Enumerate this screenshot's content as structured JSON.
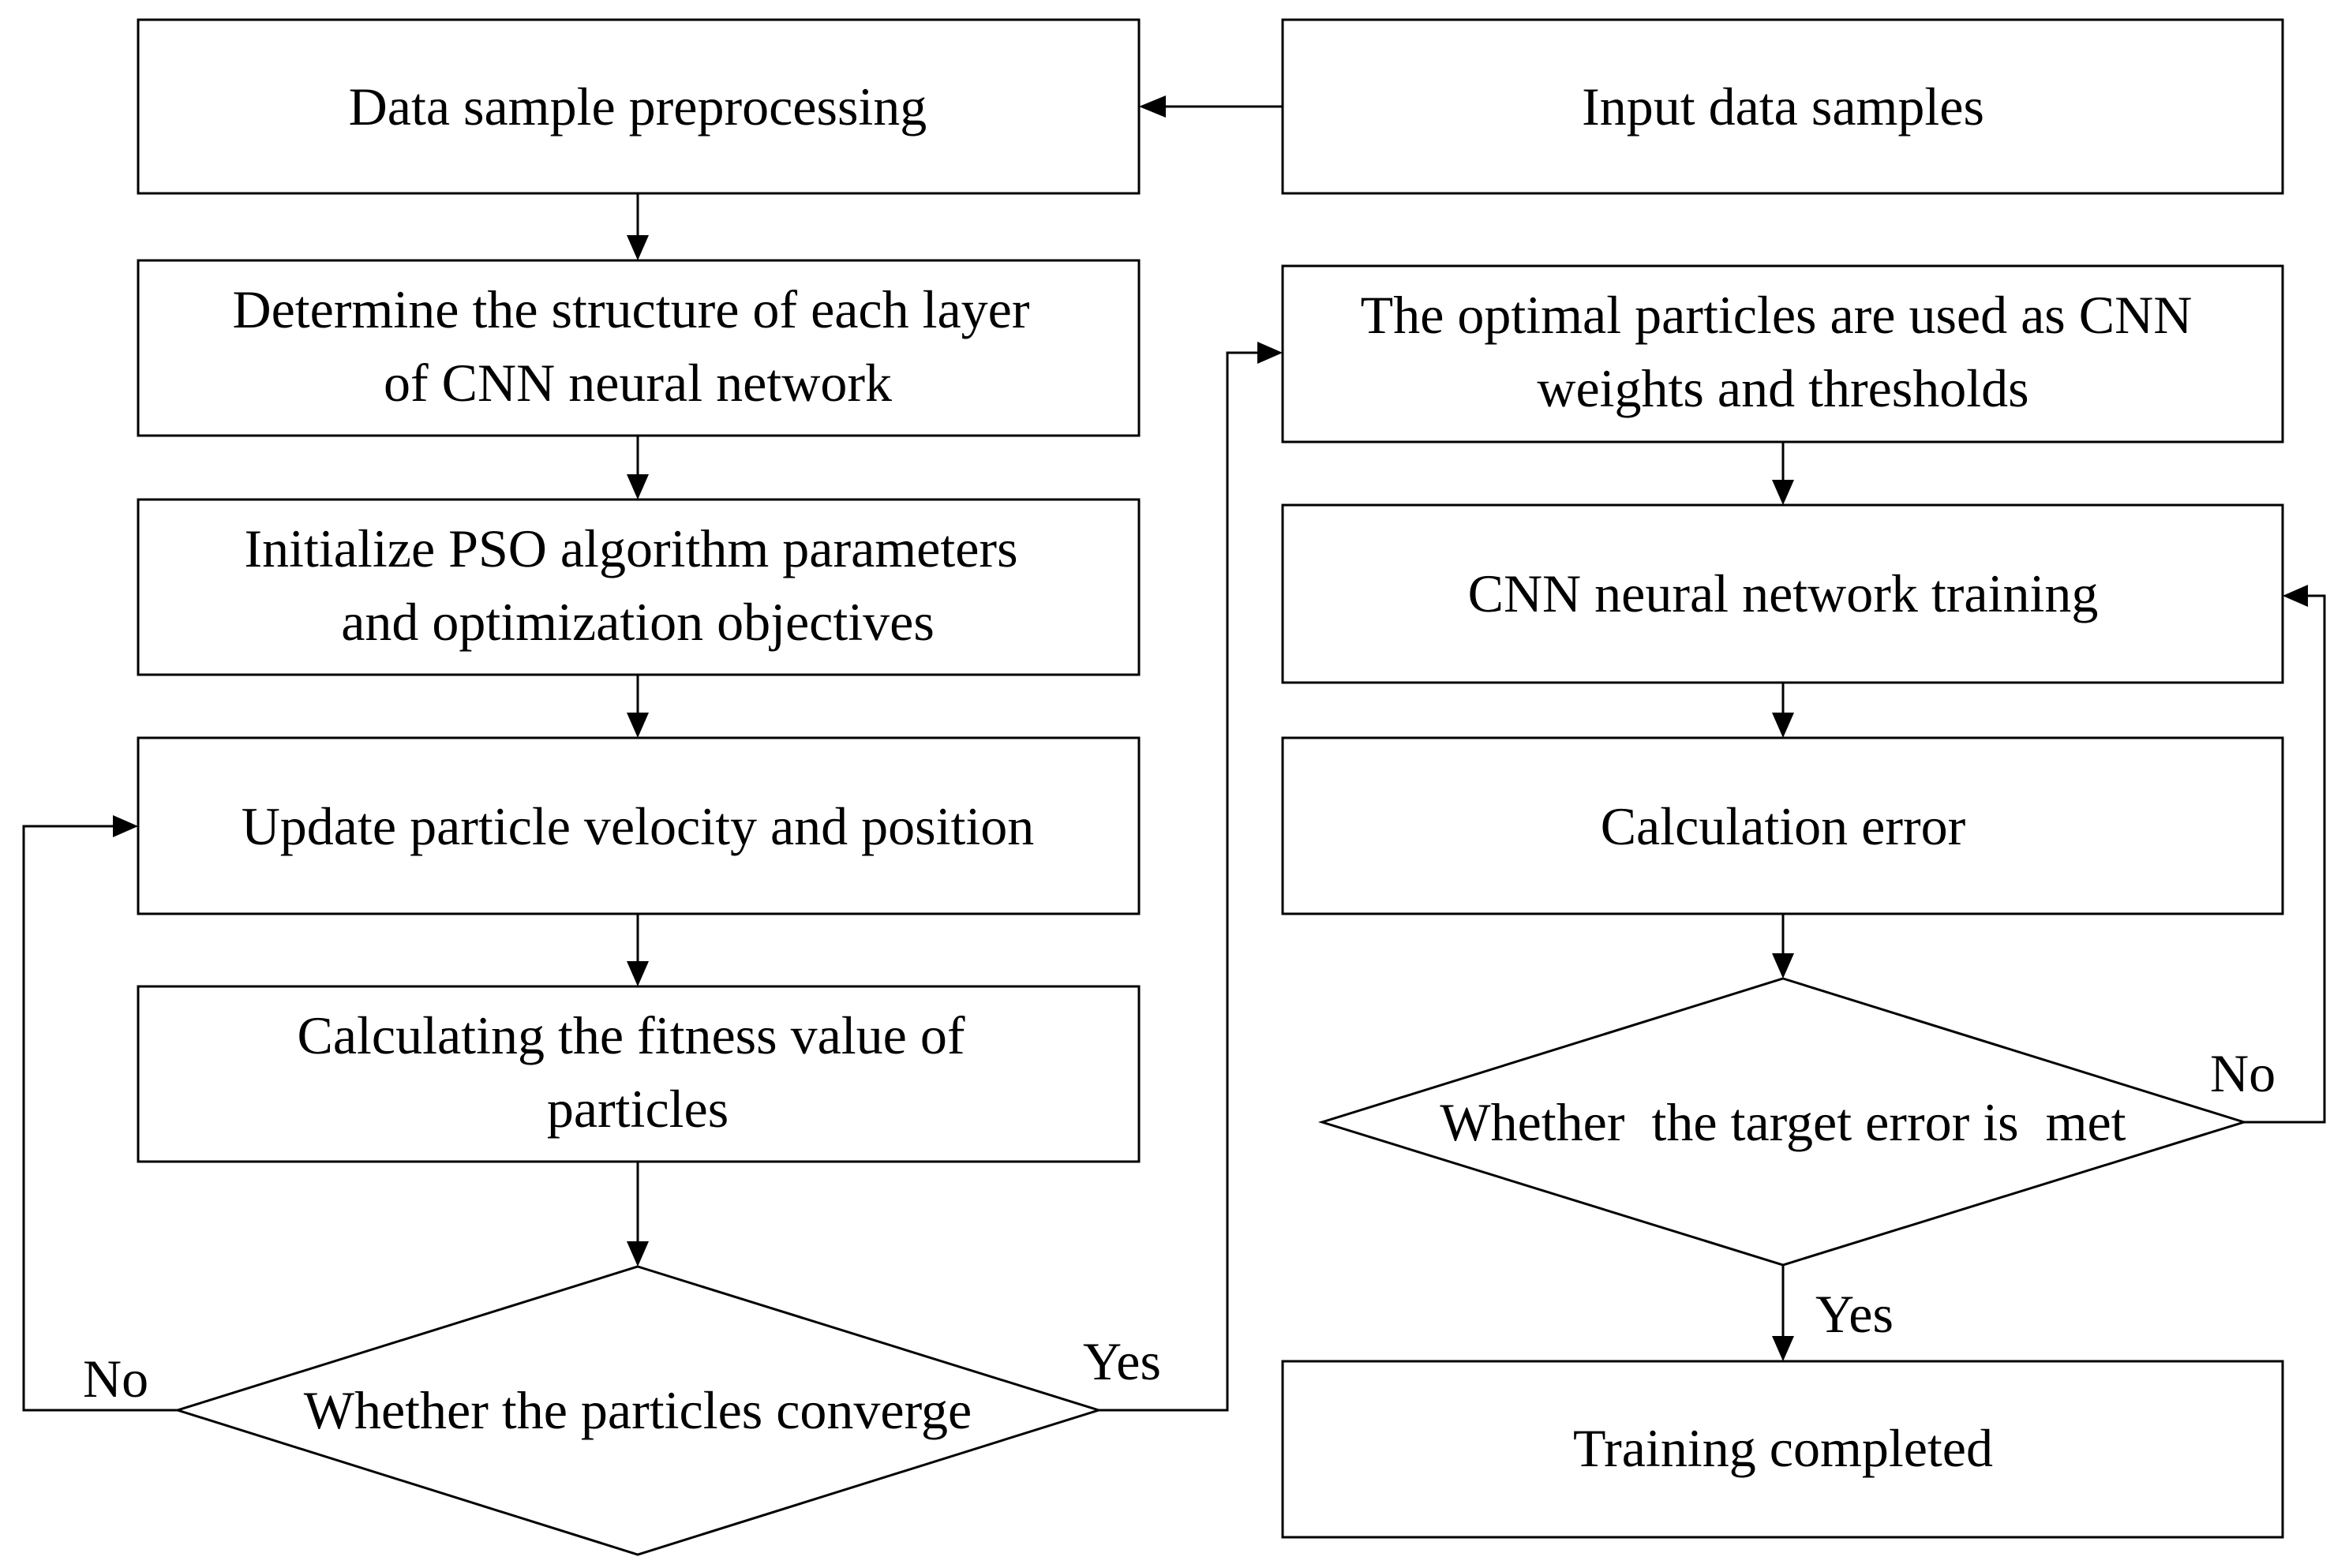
{
  "nodes": {
    "preprocess": [
      "Data sample preprocessing"
    ],
    "input": [
      "Input data samples"
    ],
    "structure": [
      "Determine the structure of each layer",
      "of CNN neural network"
    ],
    "init_pso": [
      "Initialize PSO algorithm parameters",
      "and optimization objectives"
    ],
    "update": [
      "Update particle velocity and position"
    ],
    "fitness": [
      "Calculating the fitness value of",
      "particles"
    ],
    "converge": [
      "Whether the particles converge"
    ],
    "optimal": [
      "The optimal particles are used as CNN",
      "weights and thresholds"
    ],
    "training": [
      "CNN neural network training"
    ],
    "calc_error": [
      "Calculation error"
    ],
    "target": [
      "Whether  the target error is  met"
    ],
    "completed": [
      "Training completed"
    ]
  },
  "edge_labels": {
    "converge_no": "No",
    "converge_yes": "Yes",
    "target_no": "No",
    "target_yes": "Yes"
  },
  "colors": {
    "stroke": "#000000",
    "fill": "#ffffff",
    "text": "#000000"
  }
}
